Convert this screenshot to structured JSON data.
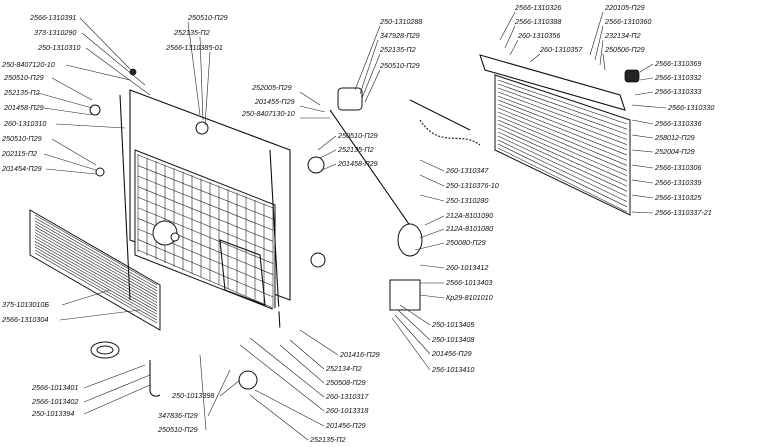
{
  "diagram": {
    "labels_left": [
      "2566-1310391",
      "373-1310290",
      "250-1310310",
      "250-8407120-10",
      "250510-П29",
      "252135-П2",
      "201458-П29",
      "260-1310310",
      "250510-П29",
      "202115-П2",
      "201454-П29",
      "375-1013010Б",
      "2566-1310304",
      "2566-1013401",
      "2566-1013402",
      "250-1013394",
      "250-1013398",
      "347836-П29",
      "250510-П29"
    ],
    "labels_top": [
      "250510-П29",
      "252135-П2",
      "2566-1310385-01",
      "252005-П29",
      "201455-П29",
      "250-8407130-10",
      "250-1310288",
      "347928-П29",
      "252135-П2",
      "250510-П29"
    ],
    "labels_mid": [
      "250510-П29",
      "252135-П2",
      "201458-П29",
      "260-1310347",
      "250-1310376-10",
      "250-1310280",
      "212А-8101090",
      "212А-8101080",
      "250080-П29",
      "260-1013412",
      "2566-1013403",
      "Кр29-8101010",
      "250-1013405",
      "250-1013408",
      "201456-П29",
      "256-1013410"
    ],
    "labels_bottom": [
      "201416-П29",
      "252134-П2",
      "250508-П29",
      "260-1310317",
      "260-1013318",
      "201456-П29",
      "252135-П2"
    ],
    "labels_right": [
      "2566-1310326",
      "2566-1310388",
      "260-1310356",
      "260-1310357",
      "220105-П29",
      "2566-1310360",
      "232134-П2",
      "250506-П29",
      "2566-1310369",
      "2566-1310332",
      "2566-1310333",
      "2566-1310330",
      "2566-1310336",
      "258012-П29",
      "252004-П29",
      "2566-1310306",
      "2566-1310339",
      "2566-1310325",
      "2566-1310337-21"
    ]
  }
}
